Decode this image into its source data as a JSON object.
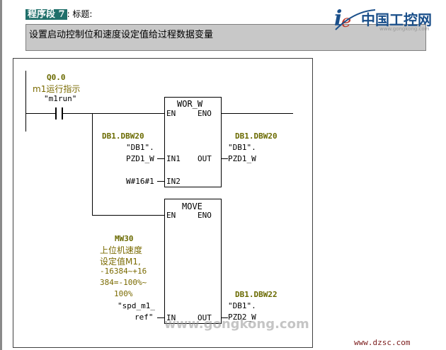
{
  "network": {
    "label": "程序段 7",
    "title_label": ": 标题:",
    "comment": "设置启动控制位和速度设定值给过程数据变量"
  },
  "contact": {
    "address": "Q0.0",
    "comment": "m1运行指示",
    "symbol": "\"m1run\""
  },
  "block1": {
    "name": "WOR_W",
    "pins": {
      "en": "EN",
      "eno": "ENO",
      "in1": "IN1",
      "in2": "IN2",
      "out": "OUT"
    },
    "in1_operand": [
      "DB1.DBW20",
      "\"DB1\".",
      "PZD1_W"
    ],
    "in2_operand": "W#16#1",
    "out_operand": [
      "DB1.DBW20",
      "\"DB1\".",
      "PZD1_W"
    ]
  },
  "block2": {
    "name": "MOVE",
    "pins": {
      "en": "EN",
      "eno": "ENO",
      "in": "IN",
      "out": "OUT"
    },
    "in_address": "MW30",
    "in_comment": [
      "上位机速度",
      "设定值M1,",
      "-16384~+16",
      "384=-100%~",
      "100%"
    ],
    "in_symbol": [
      "\"spd_m1_",
      "ref\""
    ],
    "out_operand": [
      "DB1.DBW22",
      "\"DB1\".",
      "PZD2_W"
    ]
  },
  "logo": {
    "text": "中国工控网",
    "url": "www.gongkong.com"
  },
  "watermarks": {
    "center": "www.gongkong.com",
    "bottom_right": "www.dzsc.com"
  }
}
